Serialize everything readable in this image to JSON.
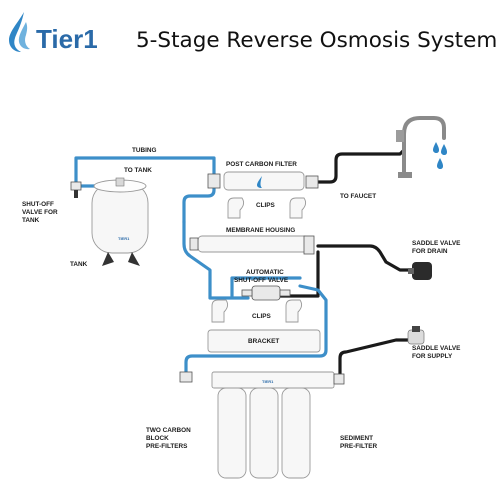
{
  "header": {
    "brand_name": "Tier1",
    "title": "5-Stage Reverse Osmosis System"
  },
  "diagram": {
    "labels": {
      "tubing": "TUBING",
      "to_tank": "TO TANK",
      "post_carbon_filter": "POST CARBON FILTER",
      "clips_top": "CLIPS",
      "to_faucet": "TO FAUCET",
      "shutoff_tank_line1": "SHUT-OFF",
      "shutoff_tank_line2": "VALVE FOR",
      "shutoff_tank_line3": "TANK",
      "tank": "TANK",
      "membrane_housing": "MEMBRANE HOUSING",
      "saddle_drain_line1": "SADDLE VALVE",
      "saddle_drain_line2": "FOR DRAIN",
      "auto_shutoff_line1": "AUTOMATIC",
      "auto_shutoff_line2": "SHUT-OFF VALVE",
      "clips_mid": "CLIPS",
      "bracket": "BRACKET",
      "saddle_supply_line1": "SADDLE VALVE",
      "saddle_supply_line2": "FOR SUPPLY",
      "two_carbon_line1": "TWO CARBON",
      "two_carbon_line2": "BLOCK",
      "two_carbon_line3": "PRE-FILTERS",
      "sediment_line1": "SEDIMENT",
      "sediment_line2": "PRE-FILTER"
    }
  },
  "colors": {
    "brand_blue": "#2a6aa8",
    "tubing_blue": "#3d8fc9",
    "tubing_black": "#1a1a1a",
    "water_drop": "#2f86c6"
  },
  "icons": [
    "drop-logo-icon",
    "faucet-icon",
    "water-drop-icon",
    "saddle-valve-icon",
    "valve-icon"
  ]
}
